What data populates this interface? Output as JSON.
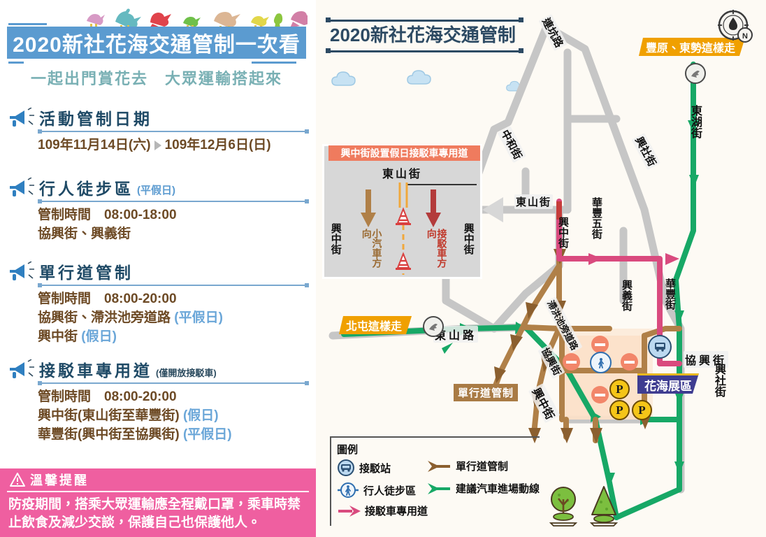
{
  "left": {
    "title": "2020新社花海交通管制一次看",
    "subtitle": "一起出門賞花去　大眾運輸搭起來",
    "sections": [
      {
        "heading": "活動管制日期",
        "sub": "",
        "lines": [
          "109年11月14日(六)",
          "109年12月6日(日)"
        ],
        "is_date": true
      },
      {
        "heading": "行人徒步區",
        "sub": "(平假日)",
        "lines": [
          {
            "text": "管制時間　08:00-18:00",
            "tag": ""
          },
          {
            "text": "協興街、興義街",
            "tag": ""
          }
        ]
      },
      {
        "heading": "單行道管制",
        "sub": "",
        "lines": [
          {
            "text": "管制時間　08:00-20:00",
            "tag": ""
          },
          {
            "text": "協興街、滯洪池旁道路",
            "tag": "(平假日)"
          },
          {
            "text": "興中街",
            "tag": "(假日)"
          }
        ]
      },
      {
        "heading": "接駁車專用道",
        "sub": "(僅開放接駁車)",
        "lines": [
          {
            "text": "管制時間　08:00-20:00",
            "tag": ""
          },
          {
            "text": "興中街(東山街至華豐街)",
            "tag": "(假日)"
          },
          {
            "text": "華豐街(興中街至協興街)",
            "tag": "(平假日)"
          }
        ]
      }
    ],
    "notice": {
      "title": "溫馨提醒",
      "body": "防疫期間，搭乘大眾運輸應全程戴口罩，乘車時禁止飲食及減少交談，保護自己也保護他人。"
    }
  },
  "map": {
    "title": "2020新社花海交通管制",
    "inset": {
      "header": "興中街設置假日接駁車專用道",
      "top_street": "東山街",
      "left_street": "興中街",
      "right_street": "興中街",
      "car_direction": "小汽車方向",
      "shuttle_direction": "接駁車方向"
    },
    "badges": {
      "north_route": "豐原、東勢這樣走",
      "west_route": "北屯這樣走",
      "expo": "花海展區",
      "oneway": "單行道管制"
    },
    "streets": [
      "連坑路",
      "中和街",
      "興社街",
      "東湖街",
      "東山街",
      "興中街",
      "華豐五街",
      "興義街",
      "華豐街",
      "滯洪池旁道路",
      "協興街",
      "東山路",
      "興中街",
      "協興街",
      "興社街"
    ],
    "compass": "N",
    "legend": {
      "title": "圖例",
      "items": [
        {
          "label": "接駁站",
          "icon": "bus-stop-icon"
        },
        {
          "label": "單行道管制",
          "icon": "brown-arrow-icon"
        },
        {
          "label": "行人徒步區",
          "icon": "pedestrian-icon"
        },
        {
          "label": "建議汽車進場動線",
          "icon": "green-arrow-icon"
        },
        {
          "label": "接駁車專用道",
          "icon": "pink-arrow-icon"
        }
      ]
    }
  },
  "colors": {
    "header_blue": "#5b9bd0",
    "heading_navy": "#1f4a66",
    "body_brown": "#6d4a25",
    "tag_blue": "#6aa6d8",
    "notice_pink": "#ef5fa0",
    "inset_orange": "#ef7b5e",
    "badge_orange": "#f0a000",
    "expo_purple": "#3f3d91",
    "green_route": "#17a866",
    "brown_route": "#b08048",
    "pink_route": "#d94a7e",
    "gray_road": "#c6c6c6"
  }
}
